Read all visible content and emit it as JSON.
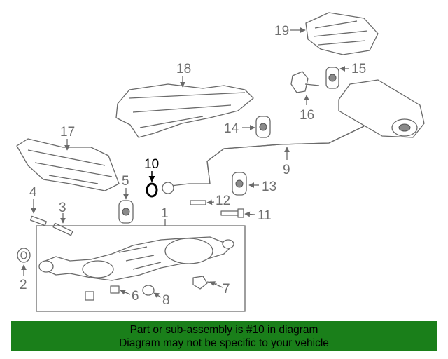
{
  "colors": {
    "banner_bg": "#1a7f1a",
    "highlight": "#000000",
    "line": "#6a6a6a"
  },
  "callouts": {
    "c1": "1",
    "c2": "2",
    "c3": "3",
    "c4": "4",
    "c5": "5",
    "c6": "6",
    "c7": "7",
    "c8": "8",
    "c9": "9",
    "c10": "10",
    "c11": "11",
    "c12": "12",
    "c13": "13",
    "c14": "14",
    "c15": "15",
    "c16": "16",
    "c17": "17",
    "c18": "18",
    "c19": "19"
  },
  "highlighted_part": "10",
  "banner": {
    "line1": "Part or sub-assembly is #10 in diagram",
    "line2": "Diagram may not be specific to your vehicle"
  }
}
